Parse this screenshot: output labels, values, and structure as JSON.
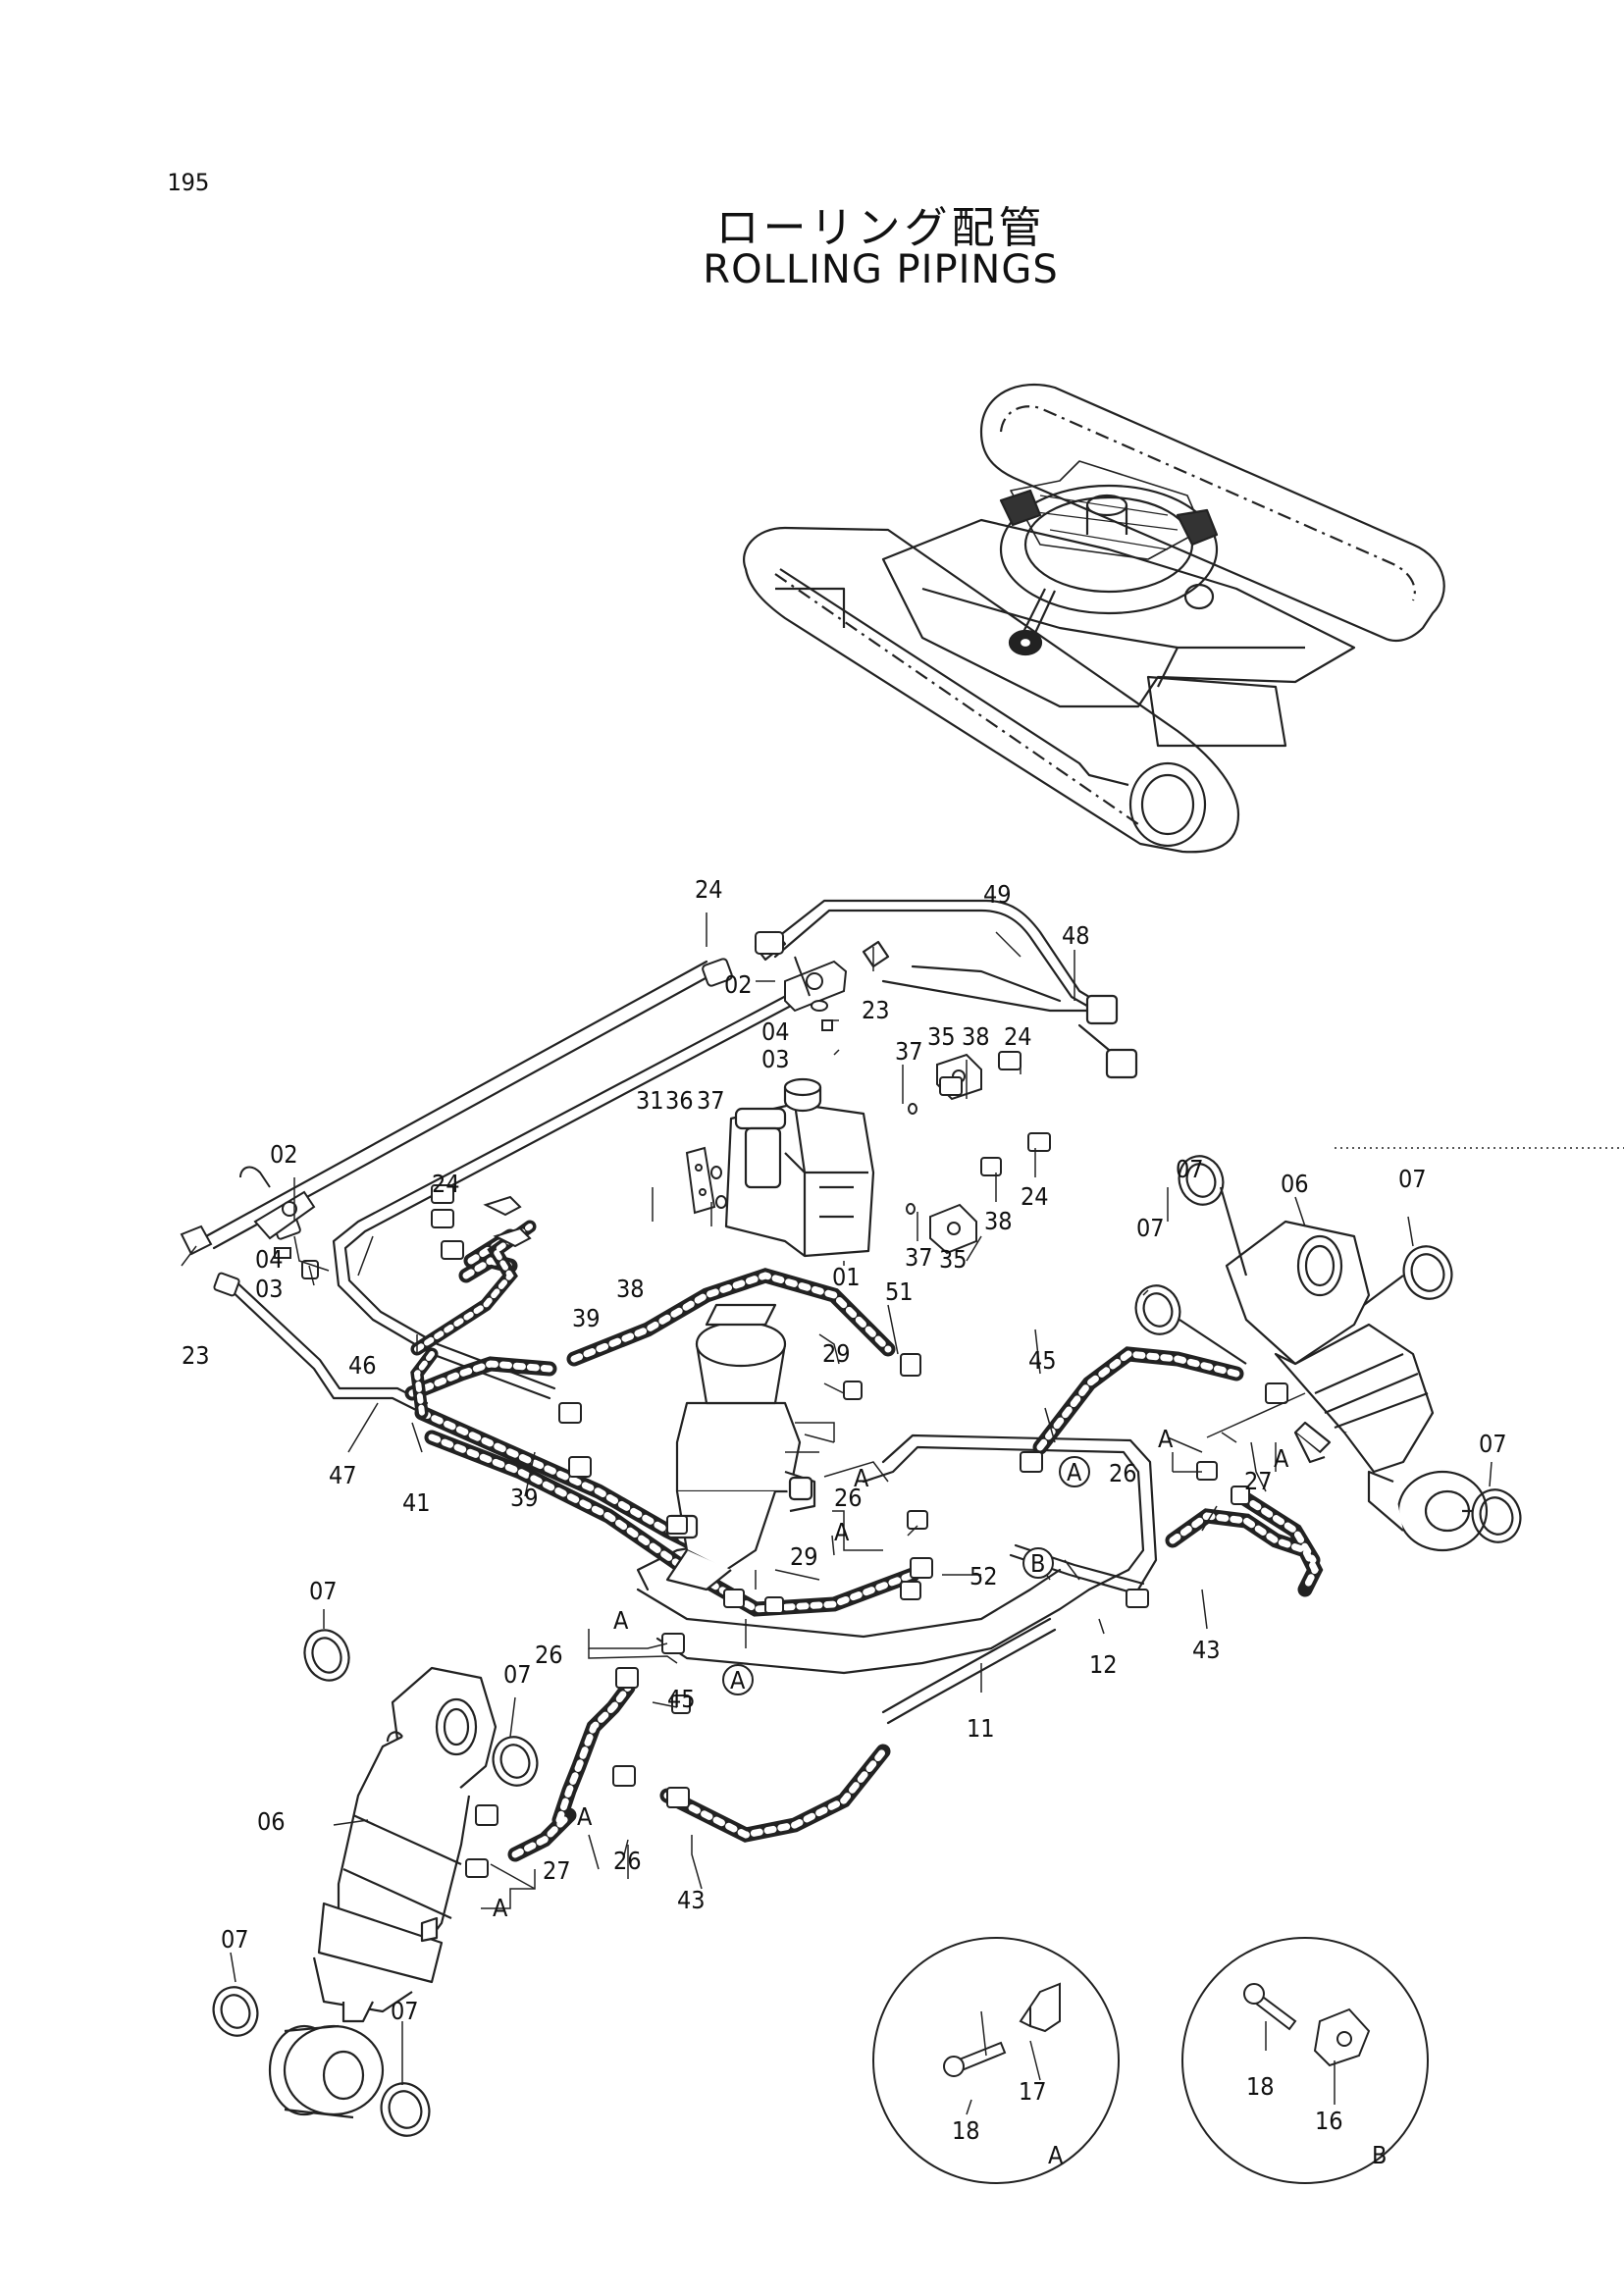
{
  "page": {
    "number": "195"
  },
  "title": {
    "ja": "ローリング配管",
    "en": "ROLLING PIPINGS"
  },
  "callouts": {
    "c01": "01",
    "c02": "02",
    "c03": "03",
    "c04": "04",
    "c06": "06",
    "c07": "07",
    "c11": "11",
    "c12": "12",
    "c16": "16",
    "c17": "17",
    "c18": "18",
    "c23": "23",
    "c24": "24",
    "c26": "26",
    "c27": "27",
    "c29": "29",
    "c31": "31",
    "c35": "35",
    "c36": "36",
    "c37": "37",
    "c38": "38",
    "c39": "39",
    "c41": "41",
    "c43": "43",
    "c45": "45",
    "c46": "46",
    "c47": "47",
    "c48": "48",
    "c49": "49",
    "c51": "51",
    "c52": "52"
  },
  "markers": {
    "a": "A",
    "b": "B"
  },
  "detail_views": {
    "a": "A",
    "b": "B"
  }
}
